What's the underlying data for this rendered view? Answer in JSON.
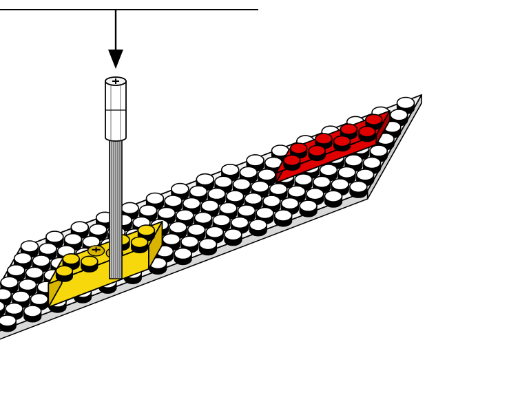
{
  "scene": {
    "background": "#ffffff",
    "outline": "#000000",
    "baseplate": {
      "color": "#f2f2f2",
      "stud_color": "#ffffff",
      "rows": 8,
      "cols": 16
    },
    "bricks": [
      {
        "name": "yellow-brick",
        "color": "#f6d80c",
        "dark_color": "#d9b400",
        "rows": 2,
        "cols": 4,
        "axle_holes": 2
      },
      {
        "name": "red-plate",
        "color": "#e10000",
        "dark_color": "#a80000",
        "rows": 2,
        "cols": 4
      }
    ],
    "axle": {
      "color": "#c8c8c8",
      "dark_color": "#555555",
      "bushing_color": "#ffffff"
    },
    "arrow": {
      "color": "#000000",
      "direction": "down"
    }
  }
}
